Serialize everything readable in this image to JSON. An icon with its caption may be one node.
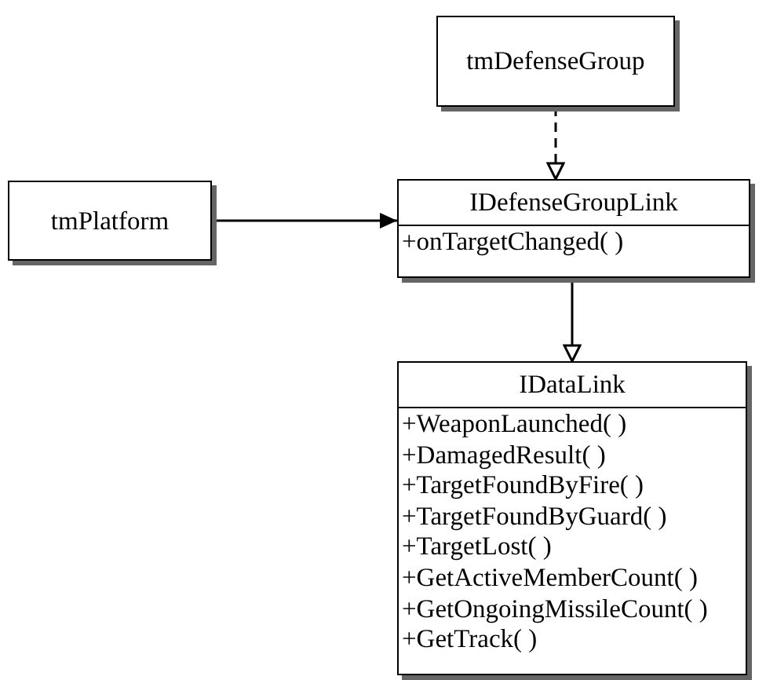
{
  "diagram": {
    "nodes": [
      {
        "text": [
          "tmDefenseGroup"
        ]
      },
      {
        "text": [
          "tmPlatform"
        ]
      },
      {
        "text": [
          "IDefenseGroupLink",
          "+onTargetChanged( )"
        ]
      },
      {
        "text": [
          "IDataLink",
          "+WeaponLaunched( )",
          "+DamagedResult( )",
          "+TargetFoundByFire( )",
          "+TargetFoundByGuard( )",
          "+TargetLost( )",
          "+GetActiveMemberCount( )",
          "+GetOngoingMissileCount( )",
          "+GetTrack( )"
        ]
      }
    ],
    "edges": [
      {
        "from": 0,
        "to": 2,
        "arrow": "to",
        "style": "dashed"
      },
      {
        "from": 1,
        "to": 2,
        "arrow": "to"
      },
      {
        "from": 2,
        "to": 3,
        "arrow": "to"
      }
    ]
  }
}
